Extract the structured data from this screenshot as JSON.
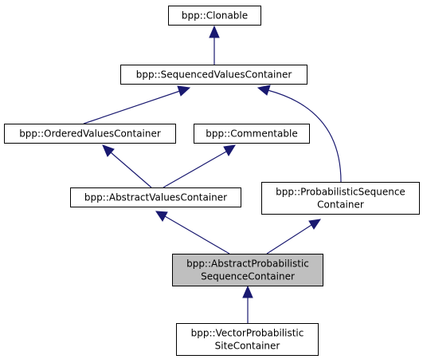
{
  "colors": {
    "edge": "#191970",
    "node_border": "#000000",
    "node_fill": "#ffffff",
    "highlight_fill": "#bfbfbf"
  },
  "nodes": {
    "clonable": {
      "lines": [
        "bpp::Clonable"
      ]
    },
    "sequenced_values_container": {
      "lines": [
        "bpp::SequencedValuesContainer"
      ]
    },
    "ordered_values_container": {
      "lines": [
        "bpp::OrderedValuesContainer"
      ]
    },
    "commentable": {
      "lines": [
        "bpp::Commentable"
      ]
    },
    "abstract_values_container": {
      "lines": [
        "bpp::AbstractValuesContainer"
      ]
    },
    "probabilistic_sequence_container": {
      "lines": [
        "bpp::ProbabilisticSequence",
        "Container"
      ]
    },
    "abstract_probabilistic_sequence_container": {
      "lines": [
        "bpp::AbstractProbabilistic",
        "SequenceContainer"
      ],
      "highlighted": true
    },
    "vector_probabilistic_site_container": {
      "lines": [
        "bpp::VectorProbabilistic",
        "SiteContainer"
      ]
    }
  },
  "edges": [
    {
      "from": "sequenced_values_container",
      "to": "clonable"
    },
    {
      "from": "ordered_values_container",
      "to": "sequenced_values_container"
    },
    {
      "from": "probabilistic_sequence_container",
      "to": "sequenced_values_container"
    },
    {
      "from": "abstract_values_container",
      "to": "ordered_values_container"
    },
    {
      "from": "abstract_values_container",
      "to": "commentable"
    },
    {
      "from": "abstract_probabilistic_sequence_container",
      "to": "abstract_values_container"
    },
    {
      "from": "abstract_probabilistic_sequence_container",
      "to": "probabilistic_sequence_container"
    },
    {
      "from": "vector_probabilistic_site_container",
      "to": "abstract_probabilistic_sequence_container"
    }
  ]
}
